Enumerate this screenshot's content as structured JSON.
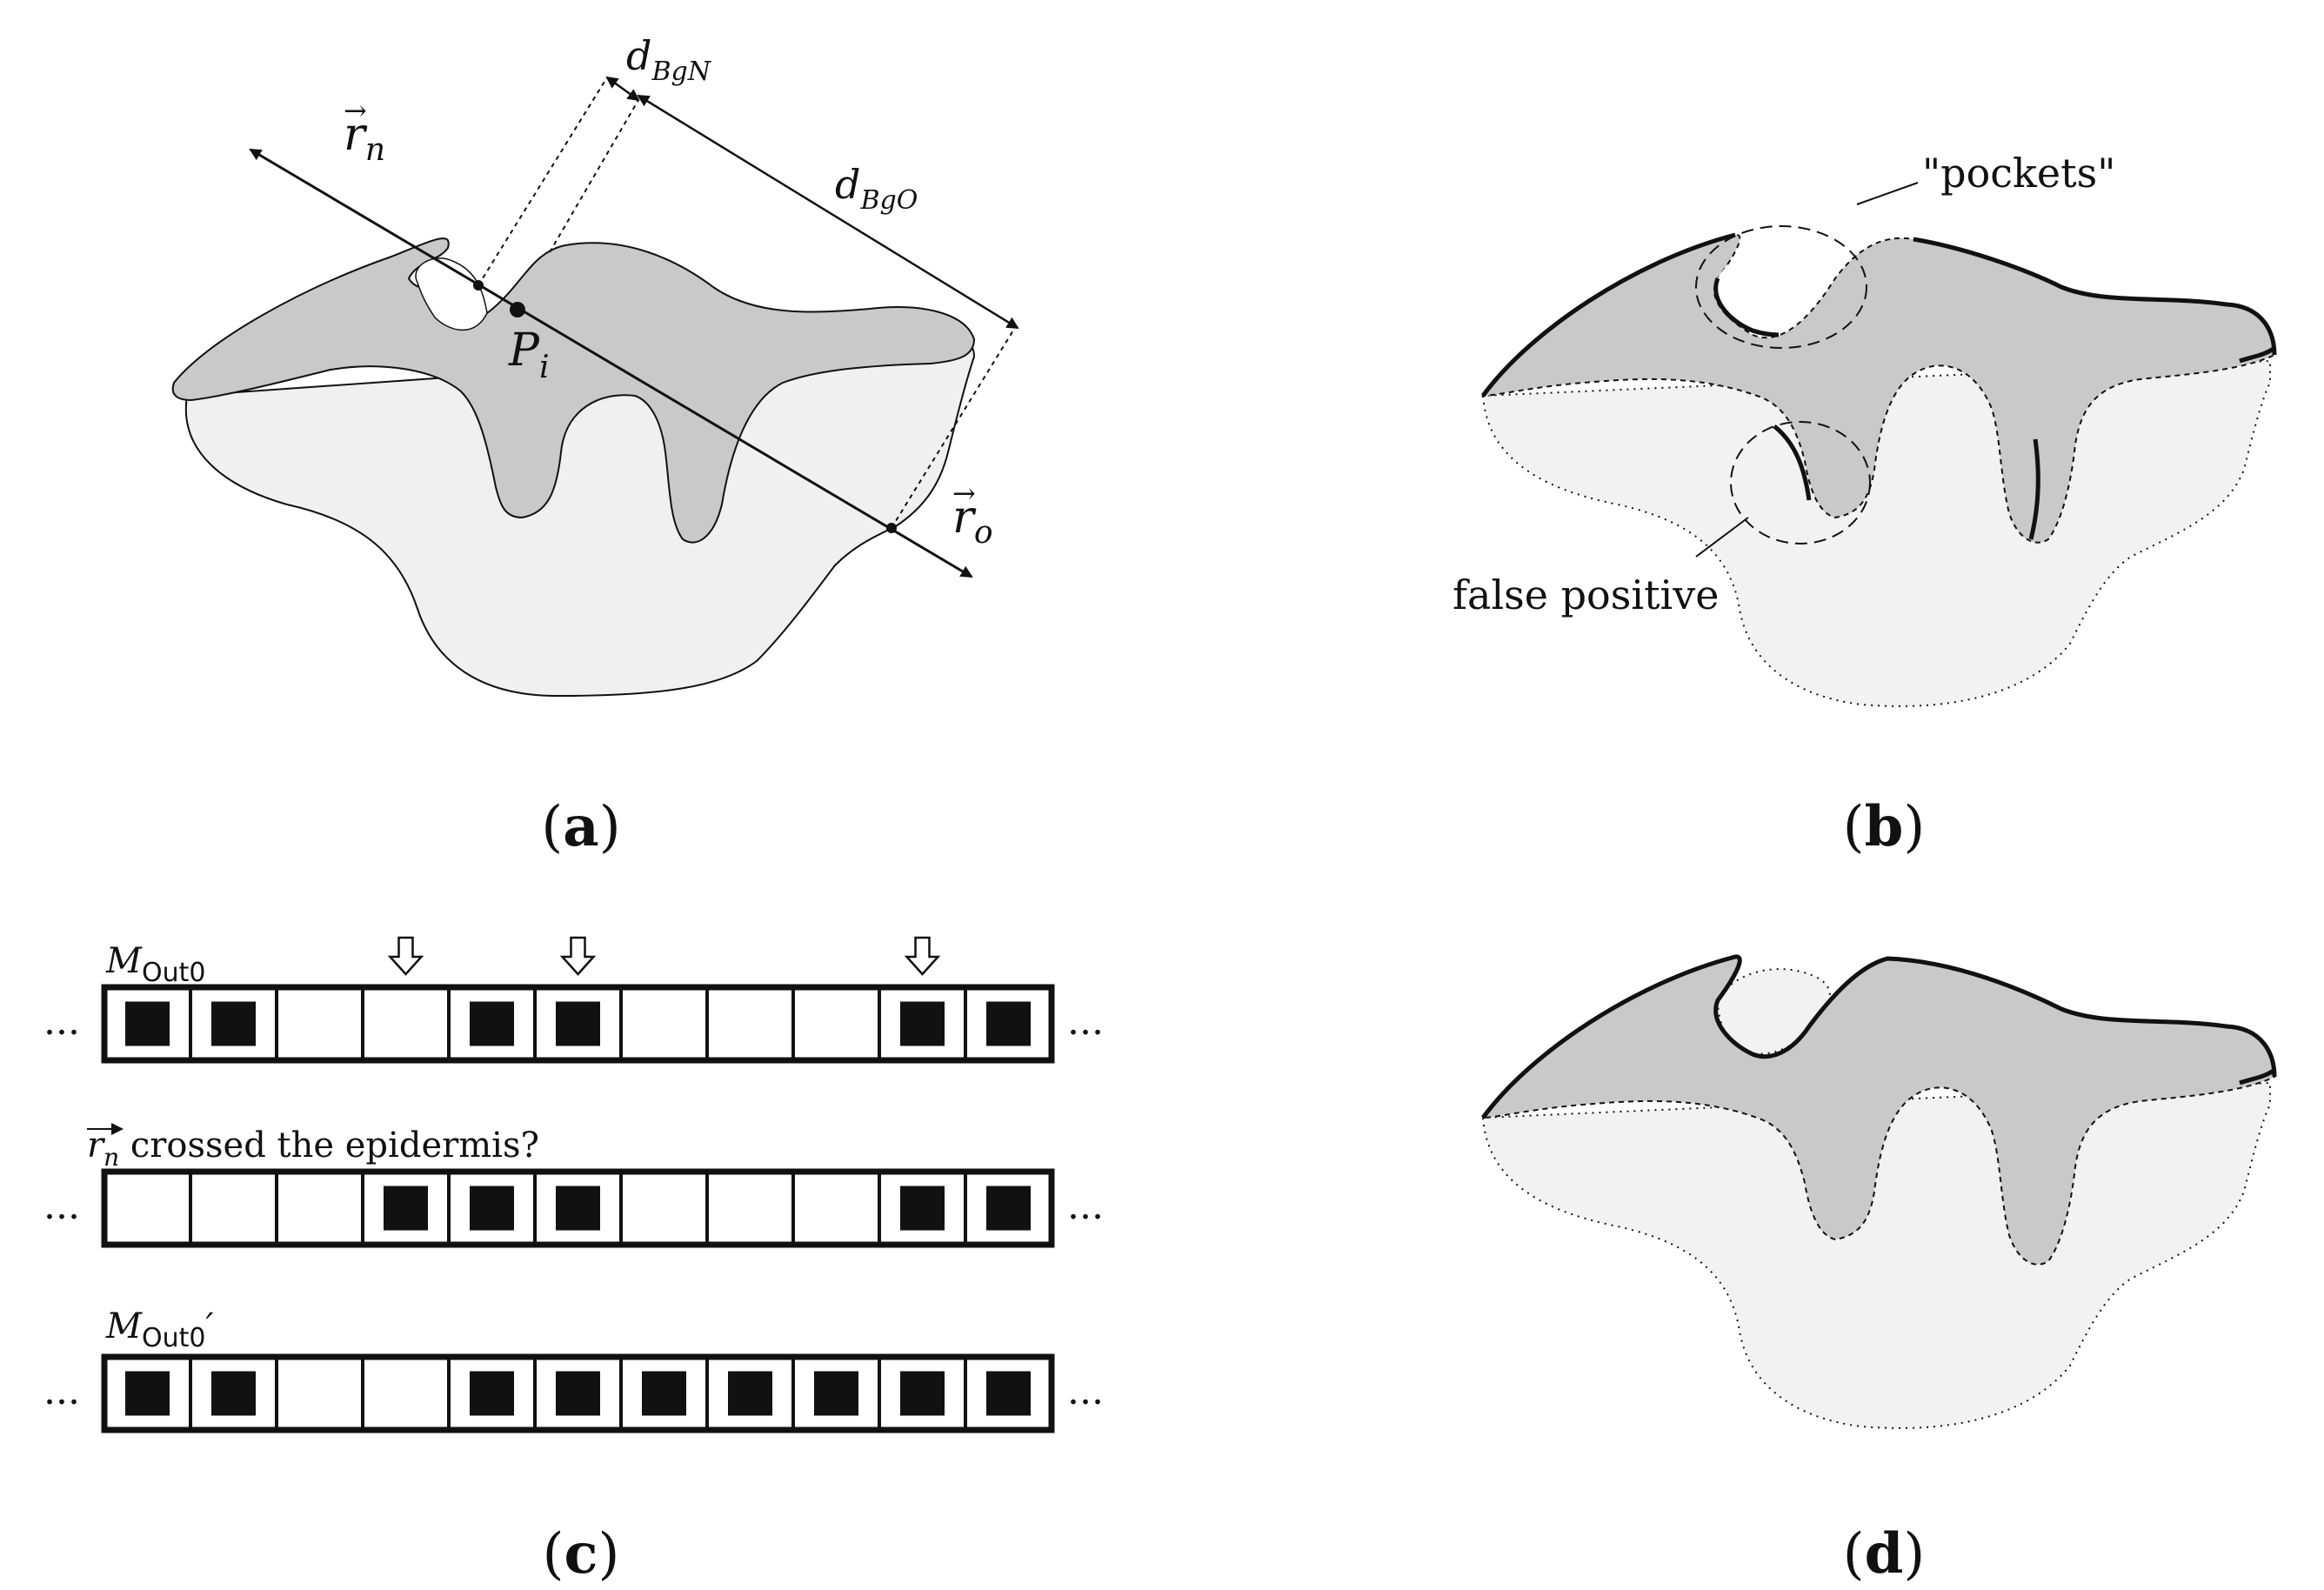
{
  "colors": {
    "stroke": "#111111",
    "epidermis_fill": "#c9c9c9",
    "dermis_fill": "#f0f0f0",
    "background": "#ffffff",
    "cell_on": "#111111",
    "cell_off": "#ffffff"
  },
  "panels": {
    "a": {
      "label_open": "(",
      "label_letter": "a",
      "label_close": ")",
      "vector_n": {
        "symbol": "r",
        "sub": "n"
      },
      "vector_o": {
        "symbol": "r",
        "sub": "o"
      },
      "point": {
        "symbol": "P",
        "sub": "i"
      },
      "d_bgn": {
        "symbol": "d",
        "sub": "BgN"
      },
      "d_bgo": {
        "symbol": "d",
        "sub": "BgO"
      }
    },
    "b": {
      "label_open": "(",
      "label_letter": "b",
      "label_close": ")",
      "pockets_label": "\"pockets\"",
      "false_positive_label": "false positive"
    },
    "c": {
      "label_open": "(",
      "label_letter": "c",
      "label_close": ")",
      "ellipsis": "...",
      "rows": [
        {
          "title_main": "M",
          "title_sub": "Out0",
          "title_suffix": "",
          "cells": [
            1,
            1,
            0,
            0,
            1,
            1,
            0,
            0,
            0,
            1,
            1
          ]
        },
        {
          "title_main": "r",
          "title_sub": "n",
          "title_suffix": " crossed the epidermis?",
          "cells": [
            0,
            0,
            0,
            1,
            1,
            1,
            0,
            0,
            0,
            1,
            1
          ]
        },
        {
          "title_main": "M",
          "title_sub": "Out0",
          "title_suffix": "′",
          "cells": [
            1,
            1,
            0,
            0,
            1,
            1,
            1,
            1,
            1,
            1,
            1
          ]
        }
      ],
      "arrow_marks": [
        3,
        5,
        9
      ]
    },
    "d": {
      "label_open": "(",
      "label_letter": "d",
      "label_close": ")"
    }
  }
}
